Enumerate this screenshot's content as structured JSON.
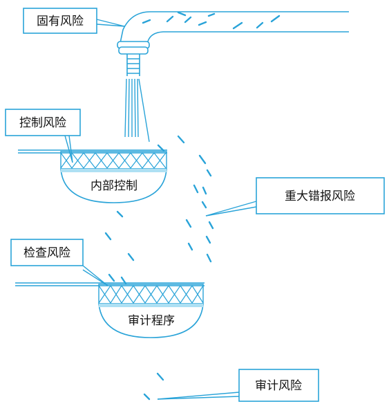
{
  "diagram": {
    "line_color": "#29a3d8",
    "fill_color": "#aee0f3",
    "background": "#ffffff",
    "labels": {
      "inherent_risk": "固有风险",
      "control_risk": "控制风险",
      "inspection_risk": "检查风险",
      "material_misstatement_risk": "重大错报风险",
      "audit_risk": "审计风险"
    },
    "bowls": {
      "internal_control": "内部控制",
      "audit_procedures": "审计程序"
    }
  }
}
